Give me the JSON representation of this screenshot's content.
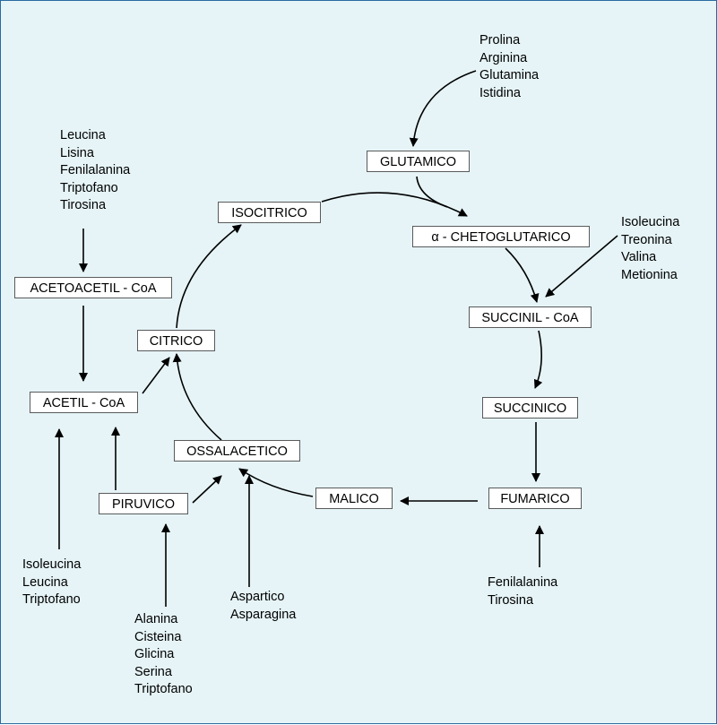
{
  "nodes": {
    "glutamico": "GLUTAMICO",
    "isocitrico": "ISOCITRICO",
    "chetoglutarico": "α - CHETOGLUTARICO",
    "acetoacetil": "ACETOACETIL - CoA",
    "succinil": "SUCCINIL - CoA",
    "citrico": "CITRICO",
    "acetil": "ACETIL - CoA",
    "succinico": "SUCCINICO",
    "ossalacetico": "OSSALACETICO",
    "piruvico": "PIRUVICO",
    "malico": "MALICO",
    "fumarico": "FUMARICO"
  },
  "amino_groups": {
    "to_glutamico": [
      "Prolina",
      "Arginina",
      "Glutamina",
      "Istidina"
    ],
    "to_acetoacetil": [
      "Leucina",
      "Lisina",
      "Fenilalanina",
      "Triptofano",
      "Tirosina"
    ],
    "to_succinil": [
      "Isoleucina",
      "Treonina",
      "Valina",
      "Metionina"
    ],
    "to_acetil": [
      "Isoleucina",
      "Leucina",
      "Triptofano"
    ],
    "to_piruvico": [
      "Alanina",
      "Cisteina",
      "Glicina",
      "Serina",
      "Triptofano"
    ],
    "to_ossalacetico": [
      "Aspartico",
      "Asparagina"
    ],
    "to_fumarico": [
      "Fenilalanina",
      "Tirosina"
    ]
  }
}
